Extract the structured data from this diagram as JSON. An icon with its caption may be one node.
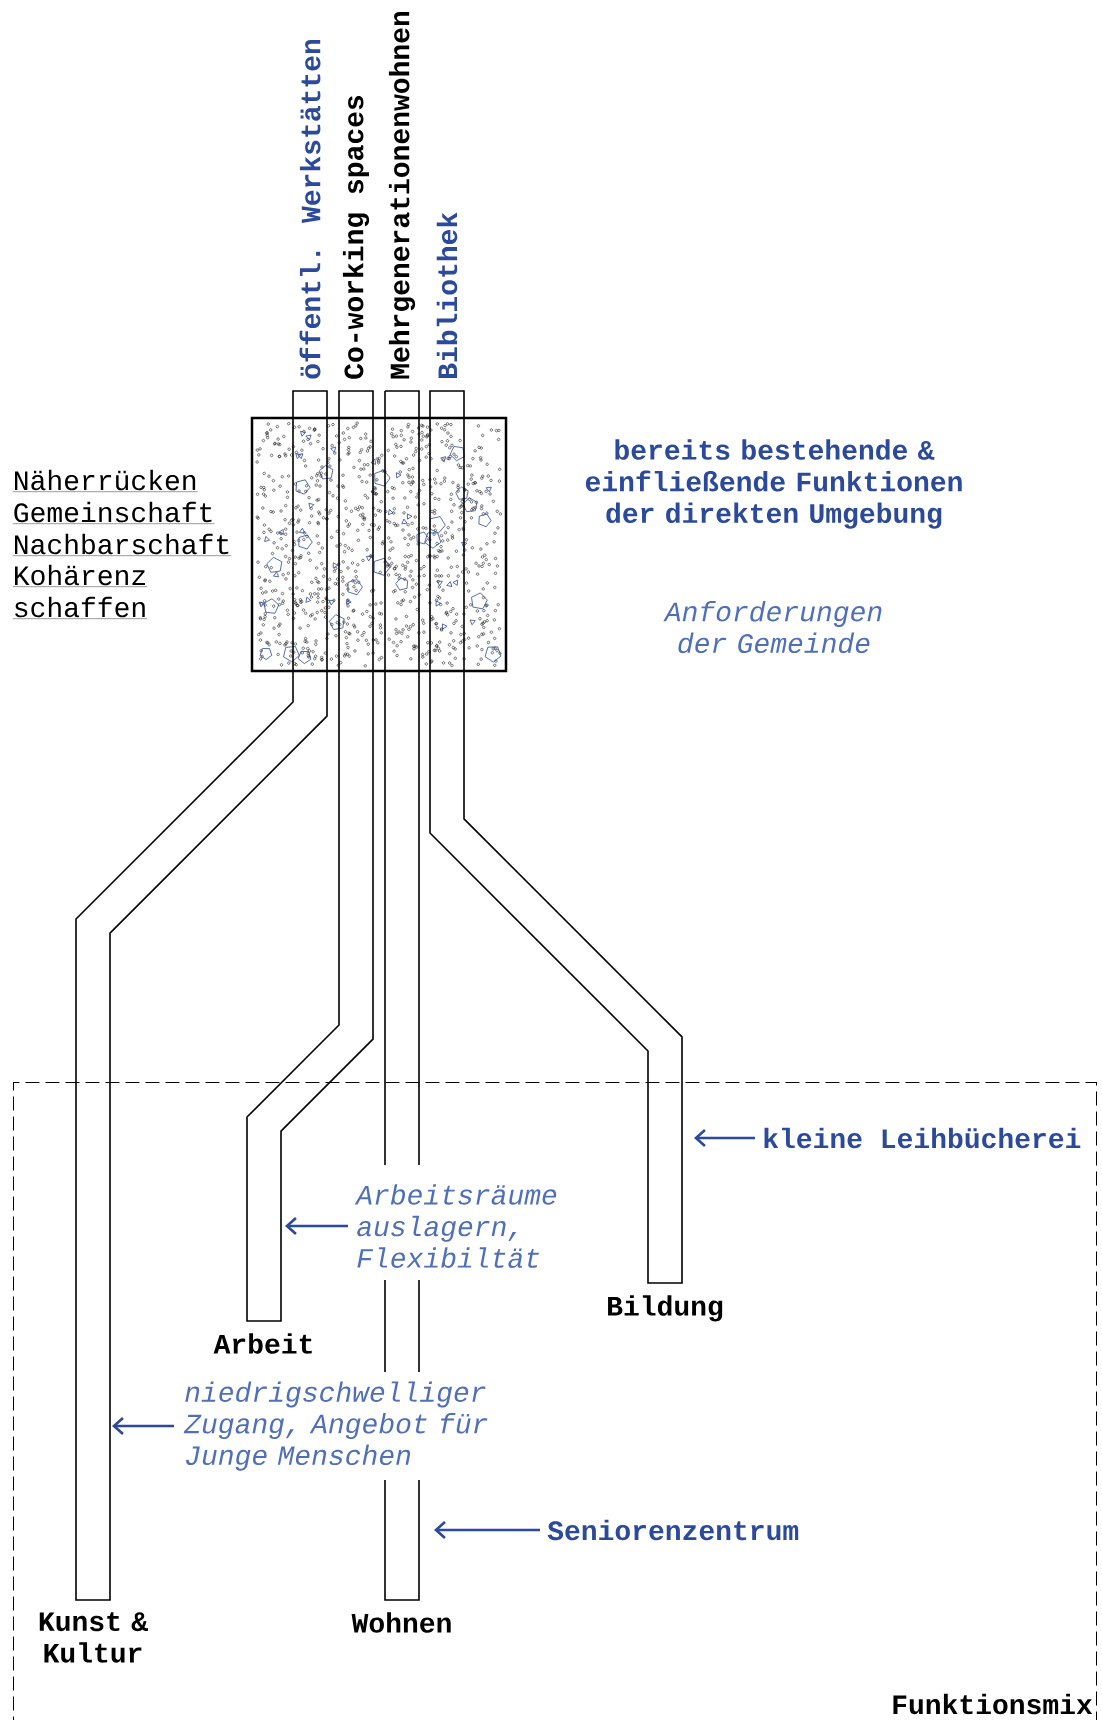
{
  "diagram": {
    "nodes": [
      {
        "text": [
          "öffentl. Werkstätten"
        ]
      },
      {
        "text": [
          "Co-working spaces"
        ]
      },
      {
        "text": [
          "Mehrgenerationenwohnen"
        ]
      },
      {
        "text": [
          "Bibliothek"
        ]
      },
      {
        "text": [],
        "shape": "box"
      },
      {
        "text": [
          "Funktionsmix"
        ]
      },
      {
        "text": [
          "kleine Leihbücherei"
        ],
        "in": 5
      },
      {
        "text": [
          "Arbeitsräume auslagern, Flexibiltät"
        ],
        "in": 5
      },
      {
        "text": [
          "Bildung"
        ],
        "in": 5
      },
      {
        "text": [
          "Arbeit"
        ],
        "in": 5
      },
      {
        "text": [
          "niedrigschwelliger Zugang, Angebot für Junge Menschen"
        ],
        "in": 5
      },
      {
        "text": [
          "Seniorenzentrum"
        ],
        "in": 5
      },
      {
        "text": [
          "Wohnen"
        ],
        "in": 5
      },
      {
        "text": [
          "Kunst & Kultur"
        ],
        "in": 5
      }
    ],
    "edges": [
      {
        "from": 0,
        "to": 13,
        "arrow": "none",
        "color": "#000000"
      },
      {
        "from": 1,
        "to": 9,
        "arrow": "none",
        "color": "#000000"
      },
      {
        "from": 2,
        "to": 12,
        "arrow": "none",
        "color": "#000000"
      },
      {
        "from": 3,
        "to": 8,
        "arrow": "none",
        "color": "#000000"
      },
      {
        "from": 6,
        "to": null,
        "arrow": "to",
        "color": "#2c4a9c"
      },
      {
        "from": 7,
        "to": null,
        "arrow": "to",
        "color": "#2c4a9c"
      },
      {
        "from": 10,
        "to": null,
        "arrow": "to",
        "color": "#2c4a9c"
      },
      {
        "from": 11,
        "to": null,
        "arrow": "to",
        "color": "#2c4a9c"
      }
    ],
    "labels": [
      "Näherrücken",
      "Gemeinschaft",
      "Nachbarschaft",
      "Kohärenz",
      "schaffen",
      "bereits bestehende & einfließende Funktionen der direkten Umgebung",
      "Anforderungen der Gemeinde"
    ]
  }
}
